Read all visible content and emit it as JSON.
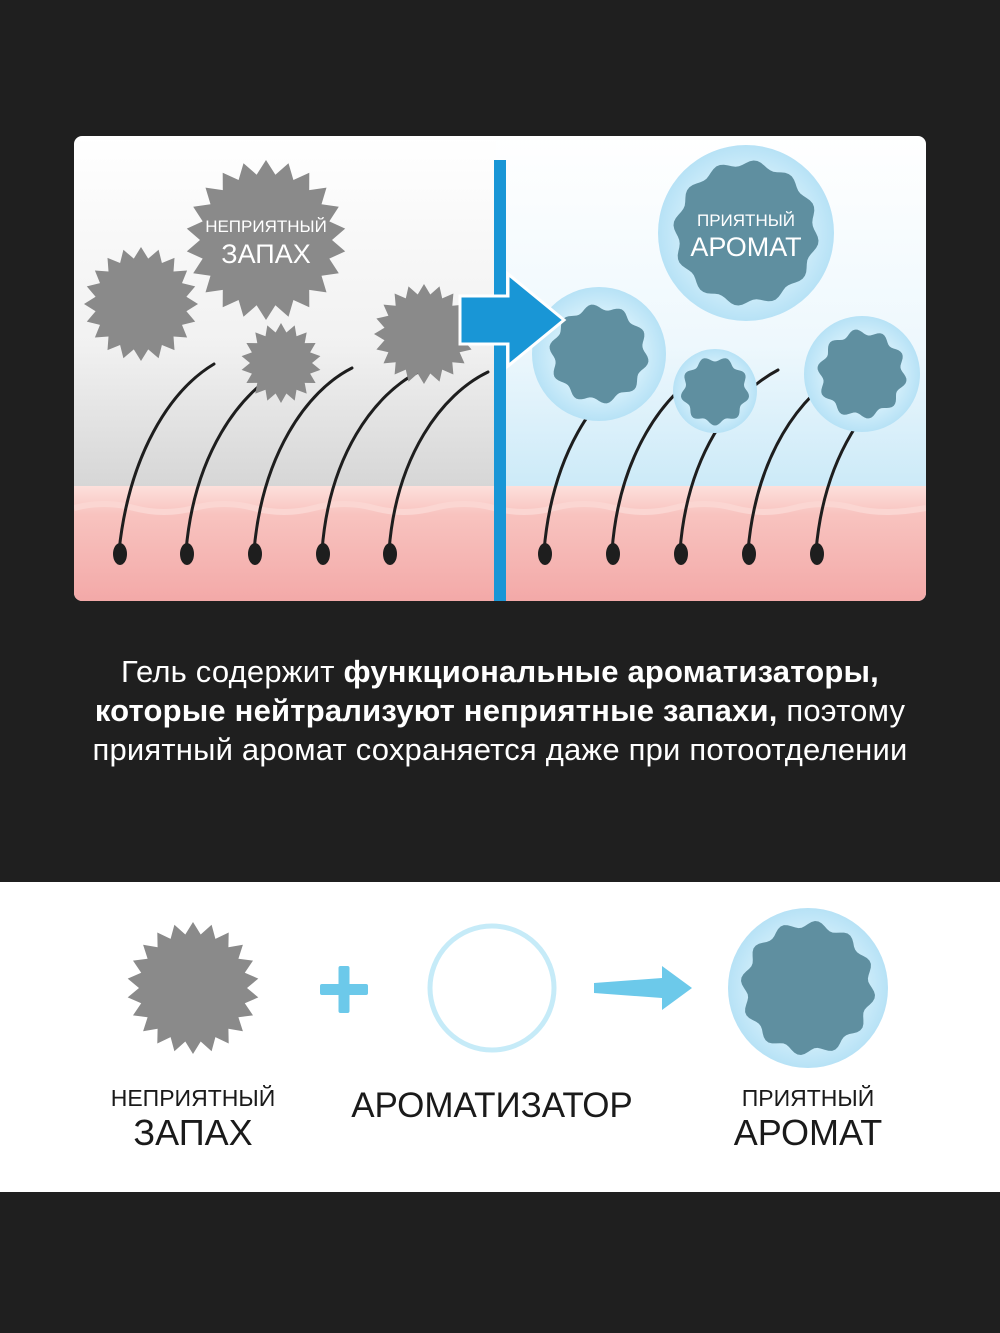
{
  "illustration": {
    "left_badge": {
      "line1": "НЕПРИЯТНЫЙ",
      "line2": "ЗАПАХ"
    },
    "right_badge": {
      "line1": "ПРИЯТНЫЙ",
      "line2": "АРОМАТ"
    },
    "colors": {
      "odor_gray": "#8a8a8a",
      "aroma_teal": "#5f8fa0",
      "halo_blue": "#bfe6f7",
      "divider_blue": "#1996d6",
      "skin_pink": "#f4b3b3"
    }
  },
  "caption": {
    "part1": "Гель содержит ",
    "bold1": "функциональные ароматизаторы, которые нейтрализуют неприятные запахи,",
    "part2": " поэтому приятный аромат сохраняется даже при потоотделении"
  },
  "legend": {
    "item1": {
      "small": "НЕПРИЯТНЫЙ",
      "big": "ЗАПАХ",
      "icon": "gray-spiky-ball"
    },
    "plus_icon": "plus-icon",
    "item2": {
      "label": "АРОМАТИЗАТОР",
      "icon": "empty-ring"
    },
    "arrow_icon": "arrow-right-icon",
    "item3": {
      "small": "ПРИЯТНЫЙ",
      "big": "АРОМАТ",
      "icon": "teal-ball-in-halo"
    }
  }
}
